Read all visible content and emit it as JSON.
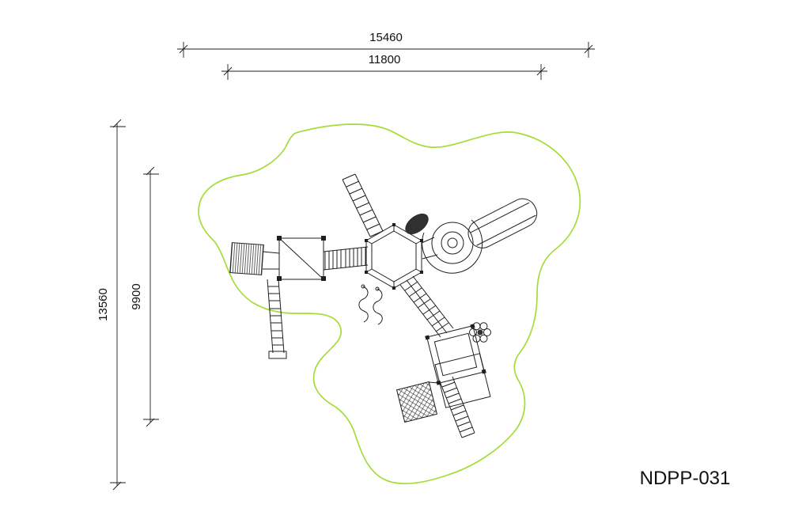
{
  "drawing": {
    "model_label": "NDPP-031"
  },
  "dimensions": {
    "top_outer": "15460",
    "top_inner": "11800",
    "left_outer": "13560",
    "left_inner": "9900"
  },
  "colors": {
    "line": "#1f1f1f",
    "dim": "#1f1f1f",
    "text": "#111111",
    "boundary": "#a4dc38"
  }
}
